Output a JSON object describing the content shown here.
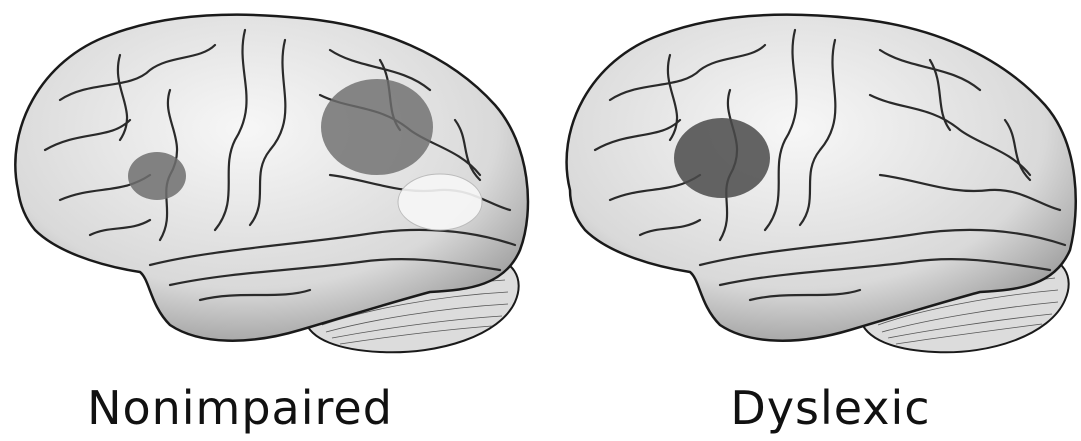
{
  "panels": [
    {
      "label": "Nonimpaired",
      "regions": [
        {
          "name": "frontal-small",
          "shade": "dark"
        },
        {
          "name": "parietal-temporal",
          "shade": "dark"
        },
        {
          "name": "occipital-temporal",
          "shade": "light"
        }
      ]
    },
    {
      "label": "Dyslexic",
      "regions": [
        {
          "name": "frontal-large",
          "shade": "darker"
        }
      ]
    }
  ],
  "colors": {
    "outline": "#1a1a1a",
    "brain_fill": "#e9e9e9",
    "dark_region": "#6e6e6e",
    "darker_region": "#4a4a4a",
    "light_region": "#f6f6f6"
  }
}
